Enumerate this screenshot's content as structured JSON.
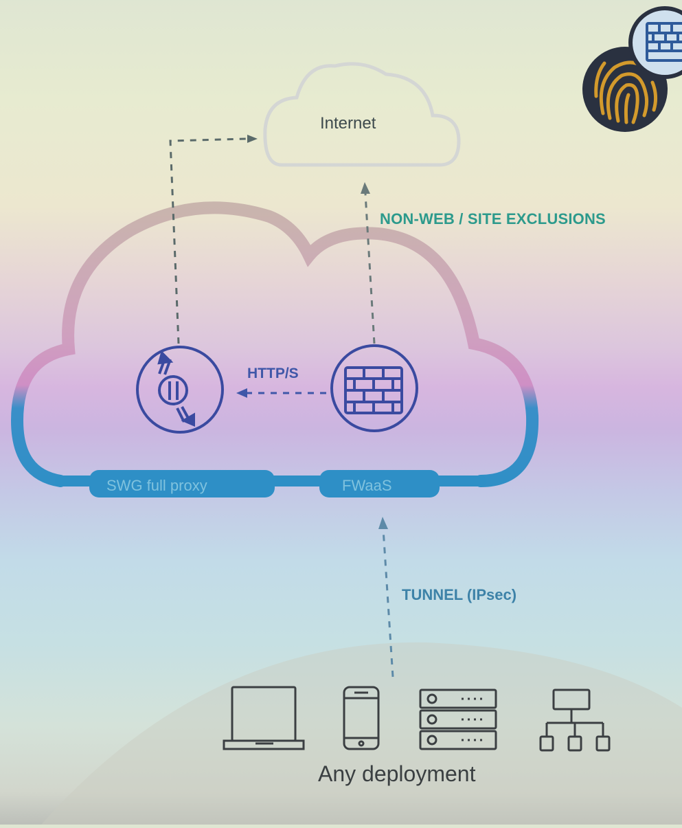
{
  "diagram": {
    "internet": {
      "label": "Internet"
    },
    "links": {
      "non_web": "NON-WEB / SITE EXCLUSIONS",
      "http": "HTTP/S",
      "tunnel": "TUNNEL (IPsec)"
    },
    "cloud": {
      "components": [
        {
          "label": "SWG full proxy",
          "icon": "proxy-icon"
        },
        {
          "label": "FWaaS",
          "icon": "firewall-icon"
        }
      ]
    },
    "deployment": {
      "label": "Any deployment",
      "icons": [
        "laptop-icon",
        "mobile-phone-icon",
        "server-rack-icon",
        "network-hierarchy-icon"
      ]
    },
    "corner_icons": [
      "fingerprint-icon",
      "firewall-badge-icon"
    ],
    "colors": {
      "cloud_top": "#c9b5ad",
      "cloud_bottom": "#2e8fc6",
      "outline": "#3a4aa0",
      "non_web_text": "#2c9a8c",
      "tunnel_text": "#3d82a8",
      "fingerprint": "#d39a2c",
      "badge_bg": "#2a3140"
    }
  }
}
